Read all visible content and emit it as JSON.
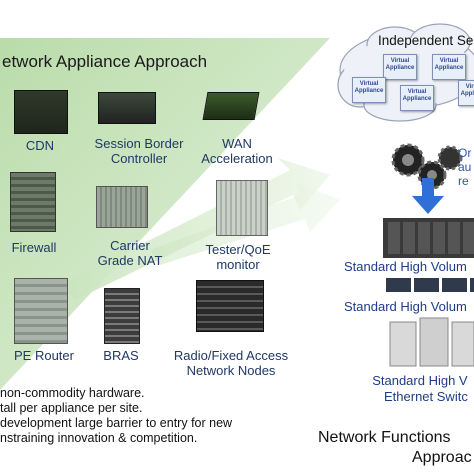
{
  "left_panel": {
    "title": "etwork Appliance Approach",
    "appliances": [
      {
        "label_lines": [
          "CDN"
        ]
      },
      {
        "label_lines": [
          "Session Border",
          "Controller"
        ]
      },
      {
        "label_lines": [
          "WAN",
          "Acceleration"
        ]
      },
      {
        "label_lines": [
          "Firewall"
        ]
      },
      {
        "label_lines": [
          "Carrier",
          "Grade NAT"
        ]
      },
      {
        "label_lines": [
          "Tester/QoE",
          "monitor"
        ]
      },
      {
        "label_lines": [
          "PE Router"
        ]
      },
      {
        "label_lines": [
          "BRAS"
        ]
      },
      {
        "label_lines": [
          "Radio/Fixed Access",
          "Network Nodes"
        ]
      }
    ],
    "bullets": [
      "non-commodity hardware.",
      "tall per appliance per site.",
      "development large barrier to entry for new",
      "nstraining innovation & competition."
    ]
  },
  "right_panel": {
    "cloud_title": "Independent Se",
    "virtual_appliance_label": "Virtual Appliance",
    "orchestration_note": [
      "Or",
      "au",
      "re"
    ],
    "servers_label_1": "Standard High Volum",
    "servers_label_2": "Standard High Volum",
    "switches_label": [
      "Standard High V",
      "Ethernet Switc"
    ],
    "approach_title": [
      "Network Functions",
      "Approac"
    ]
  },
  "colors": {
    "green_panel": "#cfe6c4",
    "green_arrow": "#d6ebcd",
    "cloud_fill": "#eef1f7",
    "down_arrow": "#2f6fd6",
    "label_blue": "#1f3864"
  }
}
